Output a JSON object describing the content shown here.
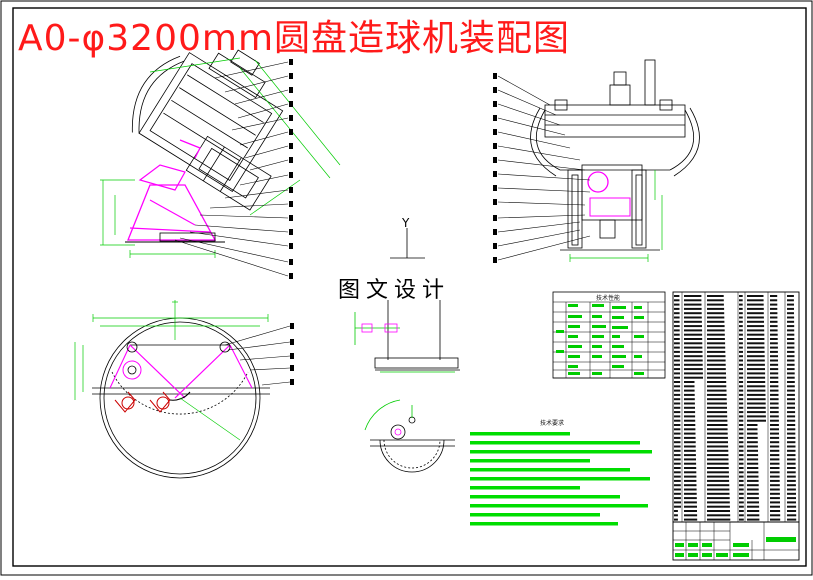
{
  "title": "A0-φ3200mm圆盘造球机装配图",
  "watermark": "图文设计",
  "axis_label": "Y",
  "tech_params_title": "技术性能",
  "tech_requirements_title": "技术要求",
  "colors": {
    "title": "#ff1a1a",
    "part_line": "#000000",
    "dimension": "#00cc00",
    "highlight": "#ff00ff",
    "text_block": "#00dd00"
  }
}
